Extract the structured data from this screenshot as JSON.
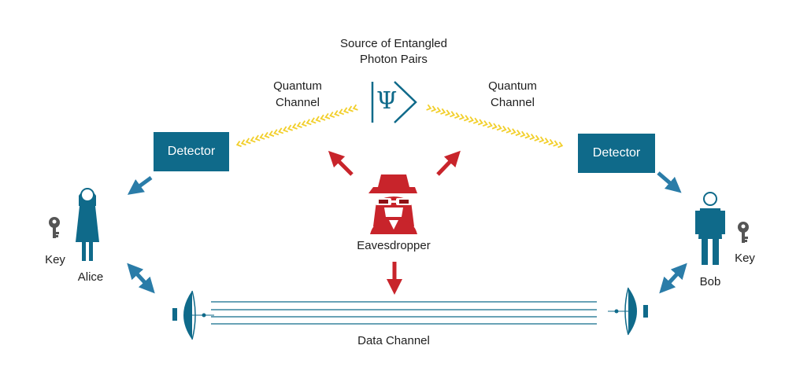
{
  "source": {
    "line1": "Source of Entangled",
    "line2": "Photon Pairs",
    "symbol": "Ψ"
  },
  "channels": {
    "left": {
      "line1": "Quantum",
      "line2": "Channel"
    },
    "right": {
      "line1": "Quantum",
      "line2": "Channel"
    },
    "data": "Data Channel"
  },
  "detectors": {
    "left": "Detector",
    "right": "Detector"
  },
  "people": {
    "alice": "Alice",
    "bob": "Bob",
    "eavesdropper": "Eavesdropper"
  },
  "keys": {
    "left": "Key",
    "right": "Key"
  },
  "icons": [
    "psi-source-icon",
    "alice-icon",
    "bob-icon",
    "spy-icon",
    "key-icon",
    "satellite-dish-icon",
    "arrow-icon"
  ],
  "colors": {
    "teal": "#0f6a8a",
    "arrow_blue": "#2a7ca8",
    "red": "#c8242b",
    "photon_yellow": "#f2cf2b",
    "key_gray": "#555555",
    "dark_red": "#8e1116"
  }
}
